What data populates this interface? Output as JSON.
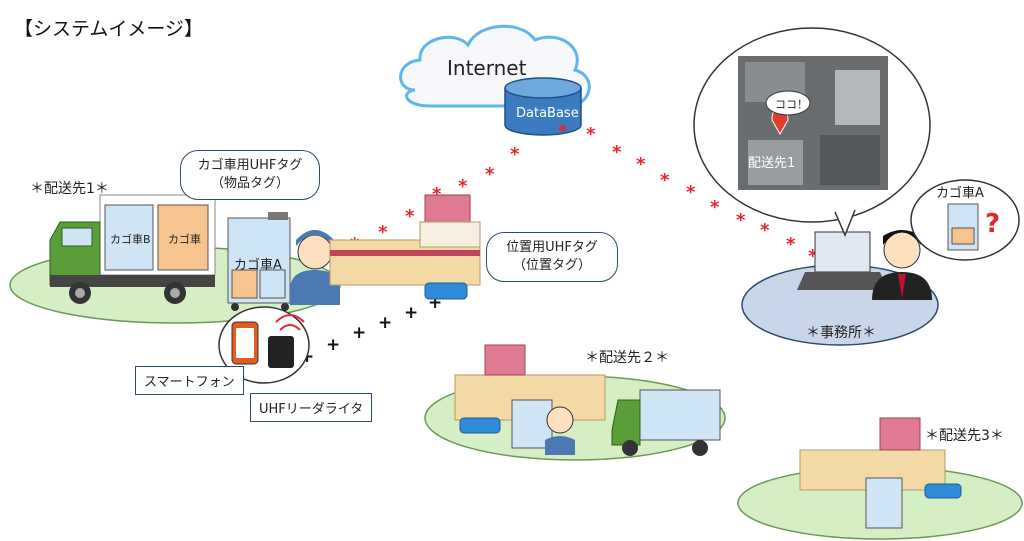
{
  "title": "【システムイメージ】",
  "cloud": {
    "label": "Internet"
  },
  "database": {
    "label": "DataBase"
  },
  "sites": {
    "site1": "＊配送先1＊",
    "site2": "＊配送先２＊",
    "site3": "＊配送先3＊",
    "office": "＊事務所＊"
  },
  "callouts": {
    "cart_tag_line1": "カゴ車用UHFタグ",
    "cart_tag_line2": "（物品タグ）",
    "position_tag_line1": "位置用UHFタグ",
    "position_tag_line2": "（位置タグ）"
  },
  "devices": {
    "smartphone": "スマートフォン",
    "reader": "UHFリーダライタ"
  },
  "carts": {
    "cart_b": "カゴ車B",
    "cart": "カゴ車",
    "cart_a": "カゴ車A",
    "cart_a_bubble": "カゴ車A"
  },
  "map": {
    "pin_label": "配送先1",
    "speech": "ココ！"
  },
  "colors": {
    "ground": "#d6eec4",
    "office_ground": "#c9d6ea",
    "truck": "#5a9e3a",
    "signal_star": "#e8262d",
    "tag_blue": "#2e8bd8",
    "db_blue": "#2f6fb3"
  }
}
